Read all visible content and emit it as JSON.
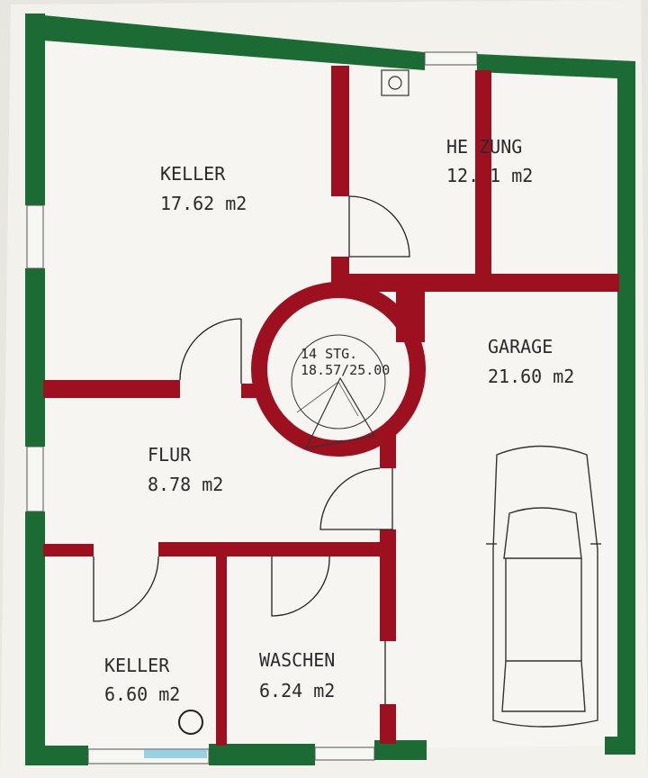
{
  "plan": {
    "colors": {
      "outer_wall": "#1d6b34",
      "inner_wall": "#9c1020",
      "paper": "#f2f1ec"
    },
    "rooms": [
      {
        "id": "keller-1",
        "name": "KELLER",
        "area": "17.62 m2"
      },
      {
        "id": "heizung",
        "name": "HE  ZUNG",
        "area": "12. 1 m2"
      },
      {
        "id": "garage",
        "name": "GARAGE",
        "area": "21.60 m2"
      },
      {
        "id": "flur",
        "name": "FLUR",
        "area": "8.78 m2"
      },
      {
        "id": "keller-2",
        "name": "KELLER",
        "area": "6.60 m2"
      },
      {
        "id": "waschen",
        "name": "WASCHEN",
        "area": "6.24 m2"
      }
    ],
    "stair": {
      "steps": "14 STG.",
      "ratio": "18.57/25.00"
    }
  }
}
